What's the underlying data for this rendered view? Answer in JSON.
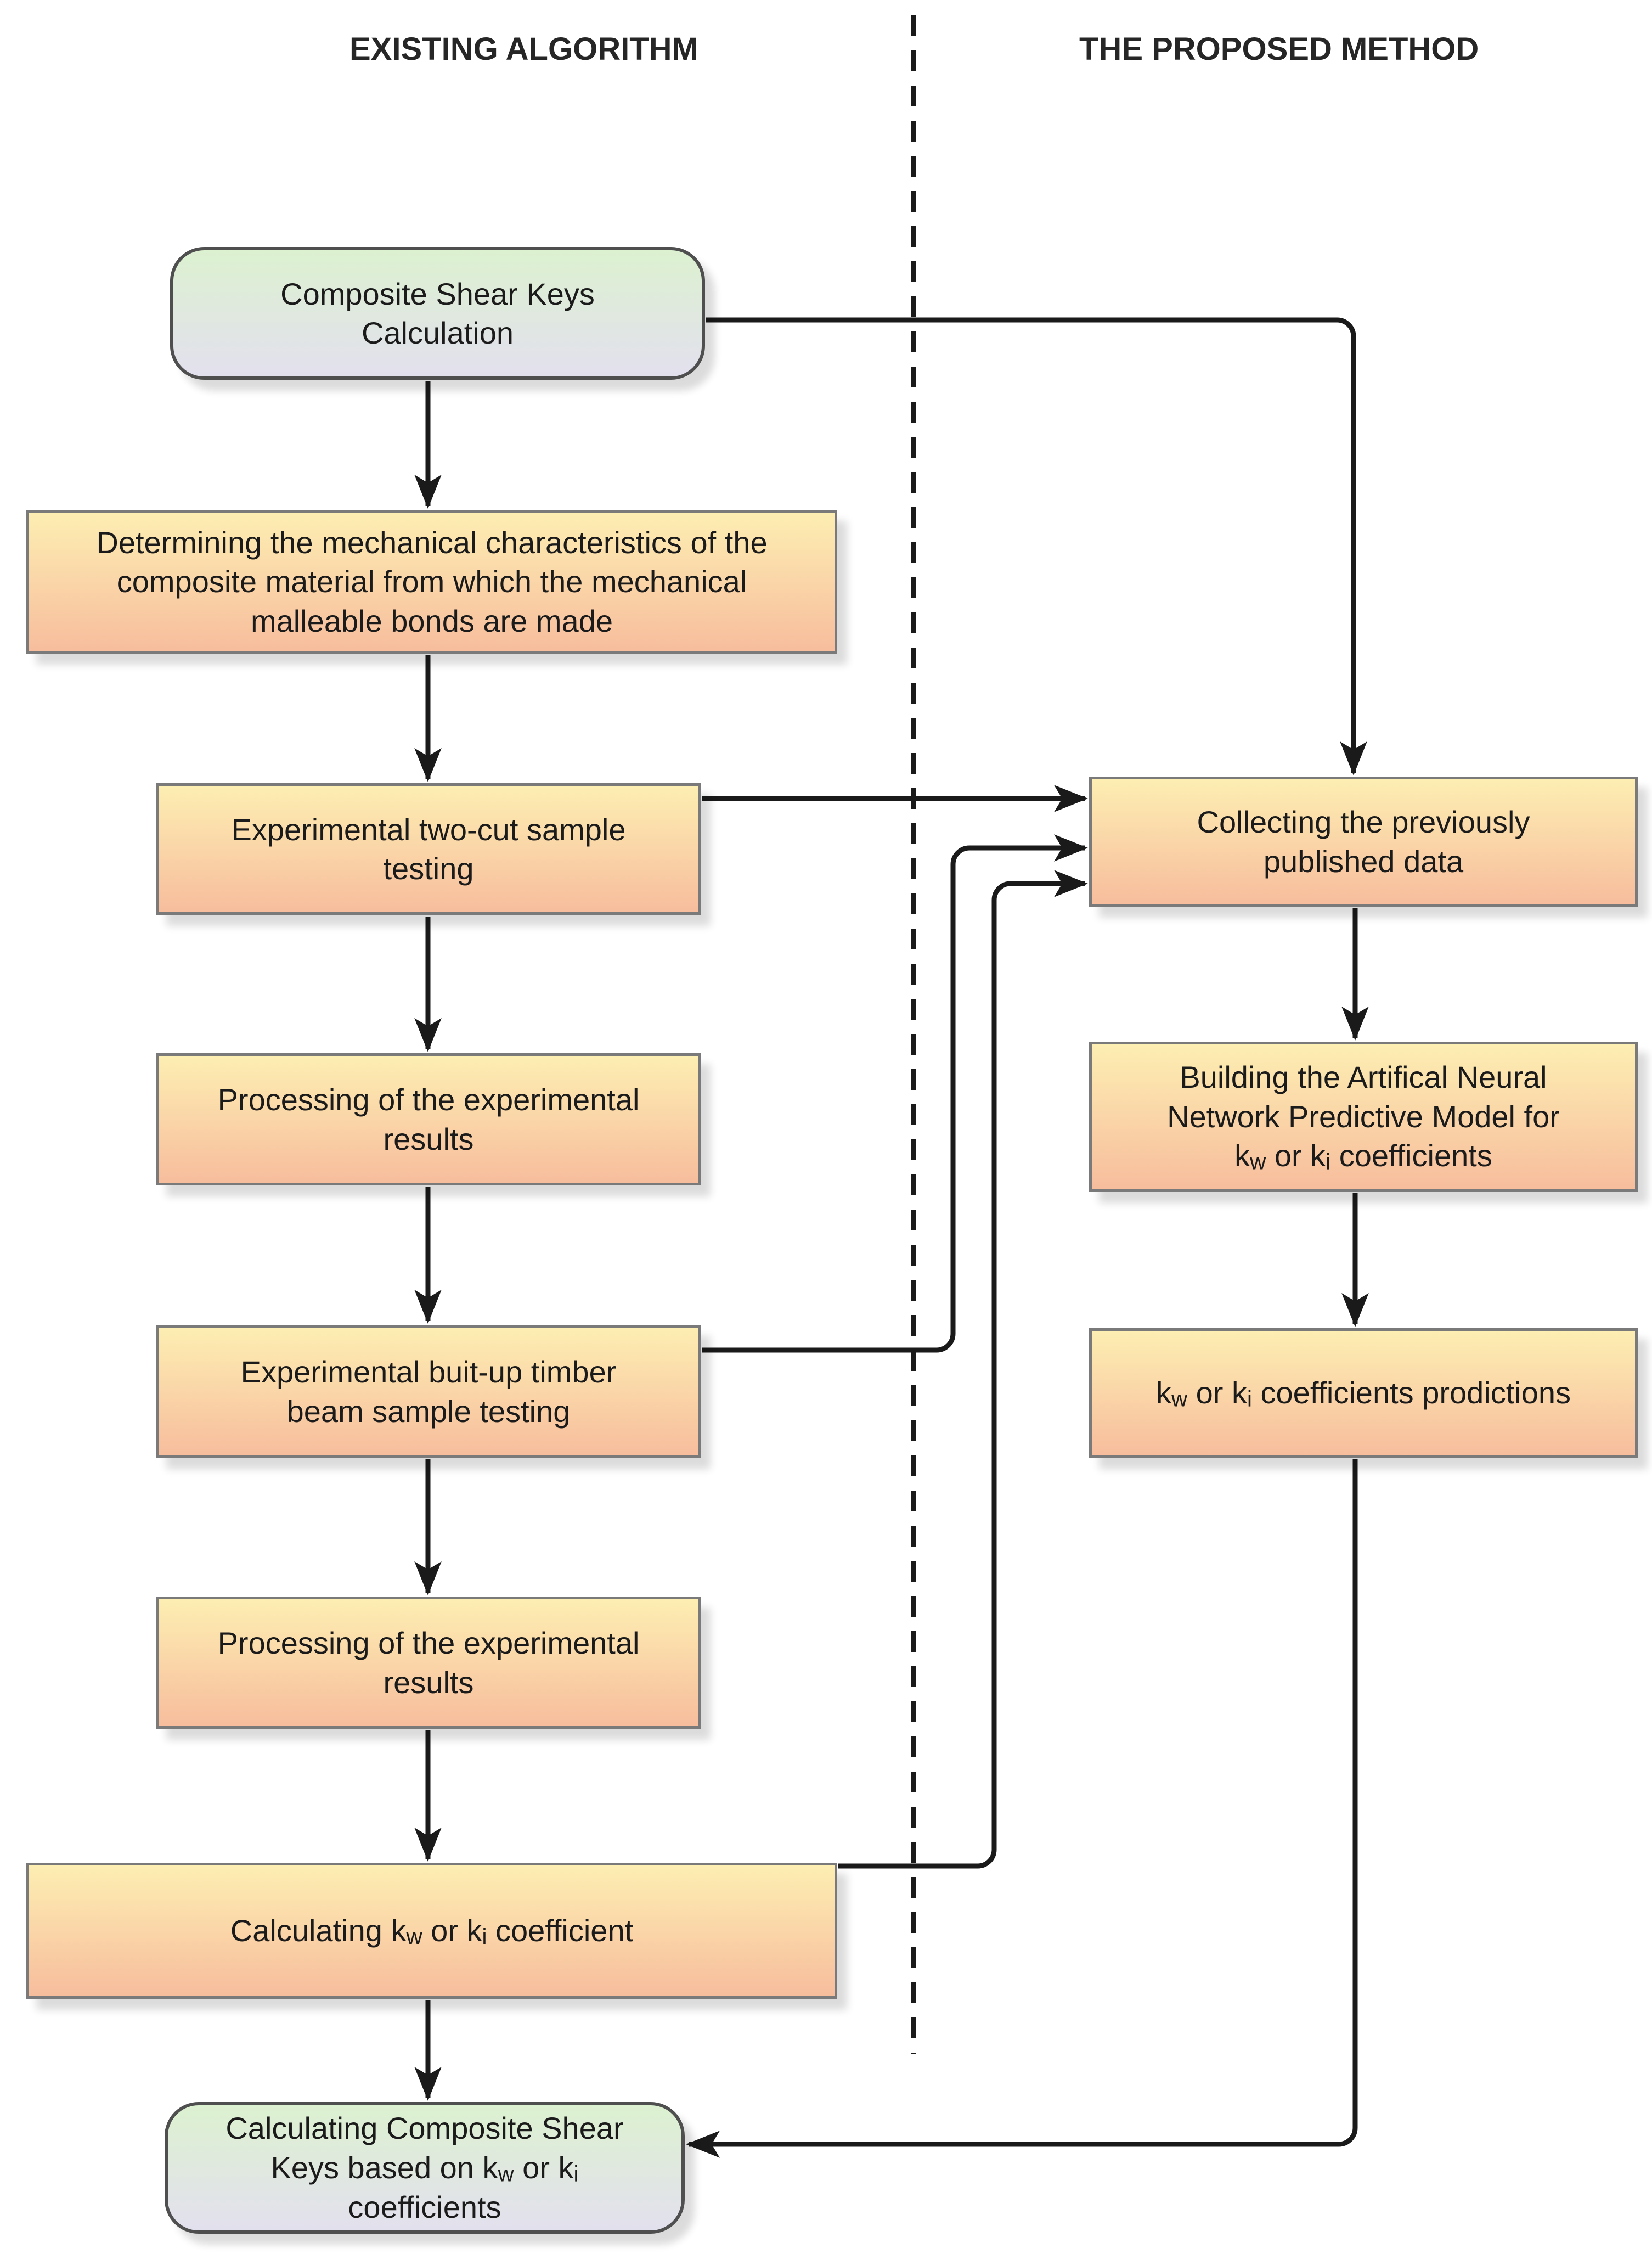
{
  "headers": {
    "left": "EXISTING ALGORITHM",
    "right": "THE PROPOSED METHOD"
  },
  "colors": {
    "background": "#FFFFFF",
    "orange_top": "#FDEEB2",
    "orange_bottom": "#F7BD9D",
    "green_top": "#DCF1D0",
    "green_bottom": "#E3E0EE",
    "box_border": "#7A7A7A",
    "green_border": "#4F4F4F",
    "arrow": "#1A1A1A",
    "text": "#1B1B1B"
  },
  "nodes": {
    "start": {
      "label": "Composite Shear Keys\nCalculation"
    },
    "determining": {
      "label": "Determining the mechanical characteristics of the\ncomposite material from which the mechanical\nmalleable bonds are made"
    },
    "two_cut": {
      "label": "Experimental two-cut sample\ntesting"
    },
    "processing1": {
      "label": "Processing of the experimental\nresults"
    },
    "built_up": {
      "label": "Experimental buit-up timber\nbeam sample testing"
    },
    "processing2": {
      "label": "Processing of the experimental\nresults"
    },
    "calc_coeff": {
      "parts": [
        "Calculating k",
        "w",
        " or k",
        "i",
        " coefficient"
      ]
    },
    "final": {
      "parts": [
        "Calculating Composite Shear\nKeys based on k",
        "w",
        " or k",
        "i",
        "\ncoefficients"
      ]
    },
    "collecting": {
      "label": "Collecting the previously\npublished data"
    },
    "building_ann": {
      "parts": [
        "Building the Artifical Neural\nNetwork Predictive Model for\nk",
        "w",
        " or k",
        "i",
        " coefficients"
      ]
    },
    "predictions": {
      "parts": [
        "k",
        "w",
        " or k",
        "i",
        " coefficients prodictions"
      ]
    }
  }
}
